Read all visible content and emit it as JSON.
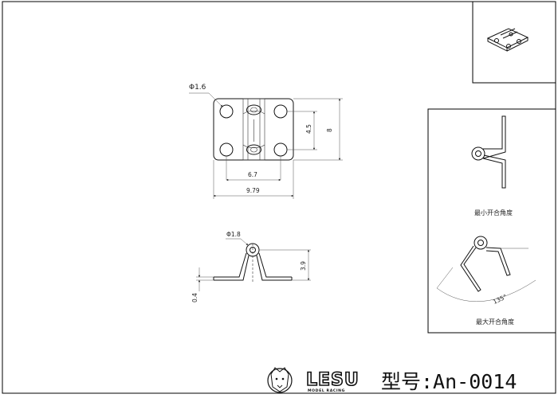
{
  "top_view": {
    "hole_diameter": "Φ1.6",
    "hole_spacing": "6.7",
    "overall_width": "9.79",
    "inner_height": "4.5",
    "overall_height": "8"
  },
  "side_view": {
    "pin_diameter": "Φ1.8",
    "pin_height": "3.9",
    "plate_thickness": "0.4"
  },
  "opening_angles": {
    "min_caption": "最小开合角度",
    "max_caption": "最大开合角度",
    "max_angle": "135°"
  },
  "title_block": {
    "brand": "LESU",
    "brand_tagline": "MODEL RACING",
    "model_label": "型号:An-0014"
  }
}
